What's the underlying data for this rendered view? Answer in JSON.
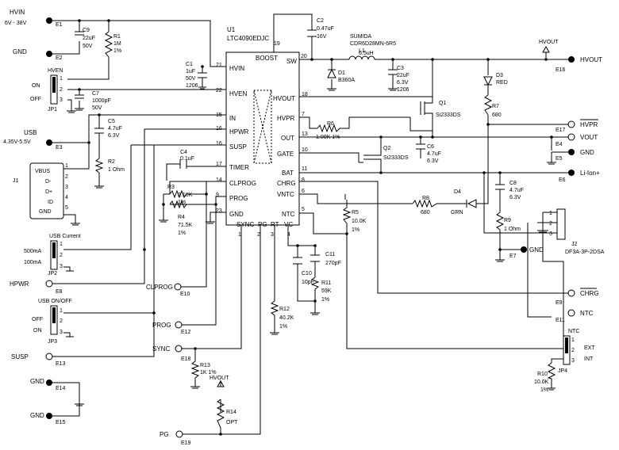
{
  "ic": {
    "ref": "U1",
    "part": "LTC4090EDJC",
    "pins_left": [
      {
        "name": "HVIN",
        "num": "21"
      },
      {
        "name": "HVEN",
        "num": "22"
      },
      {
        "name": "IN",
        "num": "15"
      },
      {
        "name": "HPWR",
        "num": "16"
      },
      {
        "name": "SUSP",
        "num": "16"
      },
      {
        "name": "TIMER",
        "num": "17"
      },
      {
        "name": "CLPROG",
        "num": "14"
      },
      {
        "name": "PROG",
        "num": "9"
      },
      {
        "name": "GND",
        "num": "23"
      }
    ],
    "pins_right": [
      {
        "name": "SW",
        "num": "20"
      },
      {
        "name": "HVOUT",
        "num": "18"
      },
      {
        "name": "HVPR",
        "num": "7"
      },
      {
        "name": "OUT",
        "num": "13"
      },
      {
        "name": "GATE",
        "num": "10"
      },
      {
        "name": "BAT",
        "num": "11"
      },
      {
        "name": "CHRG",
        "num": "8"
      },
      {
        "name": "VNTC",
        "num": "6"
      },
      {
        "name": "NTC",
        "num": "5"
      }
    ],
    "pins_bottom": [
      {
        "name": "SYNC",
        "num": "1"
      },
      {
        "name": "PG",
        "num": "2"
      },
      {
        "name": "RT",
        "num": "3"
      },
      {
        "name": "VC",
        "num": "4"
      }
    ],
    "boost": {
      "name": "BOOST",
      "num": "19"
    }
  },
  "components": {
    "C9": [
      "C9",
      "22uF",
      "50V"
    ],
    "R1": [
      "R1",
      "1M",
      "1%"
    ],
    "C1": [
      "C1",
      "1uF",
      "50V",
      "1206"
    ],
    "C7": [
      "C7",
      "1000pF",
      "50V"
    ],
    "C5": [
      "C5",
      "4.7uF",
      "6.3V"
    ],
    "R2": [
      "R2",
      "1 Ohm"
    ],
    "C4": [
      "C4",
      "0.1uF"
    ],
    "R3": [
      "R3",
      "2.10K",
      "1%"
    ],
    "R4": [
      "R4",
      "71.5K",
      "1%"
    ],
    "C2": [
      "C2",
      "0.47uF",
      "16V"
    ],
    "L1": [
      "SUMIDA",
      "CDR6D28MN-6R5",
      "L1",
      "6.5uH"
    ],
    "D1": [
      "D1",
      "B360A"
    ],
    "C3": [
      "C3",
      "22uF",
      "6.3V",
      "1206"
    ],
    "D3": [
      "D3",
      "RED"
    ],
    "R7": [
      "R7",
      "680"
    ],
    "Q1": [
      "Q1",
      "Si2333DS"
    ],
    "R6": [
      "R6",
      "1.00K 1%"
    ],
    "Q2": [
      "Q2",
      "Si2333DS"
    ],
    "C6": [
      "C6",
      "4.7uF",
      "6.3V"
    ],
    "C8": [
      "C8",
      "4.7uF",
      "6.3V"
    ],
    "R9": [
      "R9",
      "1 Ohm"
    ],
    "R8": [
      "R8",
      "680"
    ],
    "D4": [
      "D4",
      "GRN"
    ],
    "R5": [
      "R5",
      "10.0K",
      "1%"
    ],
    "C11": [
      "C11",
      "270pF"
    ],
    "C10": [
      "C10",
      "10pF"
    ],
    "R11": [
      "R11",
      "59K",
      "1%"
    ],
    "R12": [
      "R12",
      "40.2K",
      "1%"
    ],
    "R13": [
      "R13",
      "1K  1%"
    ],
    "R14": [
      "R14",
      "OPT"
    ],
    "R10": [
      "R10",
      "10.0K",
      "1%"
    ]
  },
  "terminals": {
    "HVIN": {
      "label": "HVIN",
      "sub": "6V - 38V",
      "ref": "E1"
    },
    "GND_E2": {
      "label": "GND",
      "ref": "E2"
    },
    "USB": {
      "label": "USB",
      "sub": "4.35V-5.5V",
      "ref": "E3"
    },
    "HPWR": {
      "label": "HPWR",
      "ref": "E8"
    },
    "SUSP": {
      "label": "SUSP",
      "ref": "E13"
    },
    "GND_E14": {
      "label": "GND",
      "ref": "E14"
    },
    "GND_E15": {
      "label": "GND",
      "ref": "E15"
    },
    "CLPROG": {
      "label": "CLPROG",
      "ref": "E10"
    },
    "PROG": {
      "label": "PROG",
      "ref": "E12"
    },
    "SYNC": {
      "label": "SYNC",
      "ref": "E18"
    },
    "PG": {
      "label": "PG",
      "ref": "E19"
    },
    "HVOUT_R": {
      "label": "HVOUT",
      "ref": "E16"
    },
    "HVPR": {
      "label": "HVPR",
      "ref": "E17"
    },
    "VOUT": {
      "label": "VOUT",
      "ref": "E4"
    },
    "GND_E5": {
      "label": "GND",
      "ref": "E5"
    },
    "LIION": {
      "label": "Li-Ion+",
      "ref": "E6"
    },
    "GND_E7": {
      "label": "GND",
      "ref": "E7"
    },
    "CHRG": {
      "label": "CHRG",
      "ref": "E9"
    },
    "NTC": {
      "label": "NTC",
      "ref": "E11"
    }
  },
  "connectors": {
    "J1": {
      "ref": "J1",
      "pins": [
        "VBUS",
        "D-",
        "D+",
        "ID",
        "GND"
      ],
      "nums": [
        "1",
        "2",
        "3",
        "4",
        "5"
      ]
    },
    "J2": {
      "ref": "J2",
      "part": "DF3A-3P-2DSA",
      "nums": [
        "1",
        "2",
        "3"
      ]
    },
    "JP1": {
      "ref": "JP1",
      "title": "HVEN",
      "opt_on": "ON",
      "opt_off": "OFF",
      "nums": [
        "1",
        "2",
        "3"
      ]
    },
    "JP2": {
      "ref": "JP2",
      "title": "USB Current",
      "opt_a": "500mA",
      "opt_b": "100mA",
      "nums": [
        "1",
        "2",
        "3"
      ]
    },
    "JP3": {
      "ref": "JP3",
      "title": "USB ON/OFF",
      "opt_off": "OFF",
      "opt_on": "ON",
      "nums": [
        "1",
        "2",
        "3"
      ]
    },
    "JP4": {
      "ref": "JP4",
      "title": "NTC",
      "opt_ext": "EXT",
      "opt_int": "INT",
      "nums": [
        "1",
        "2",
        "3"
      ]
    }
  },
  "flags": {
    "hvout_top": "HVOUT",
    "hvout_bottom": "HVOUT"
  }
}
